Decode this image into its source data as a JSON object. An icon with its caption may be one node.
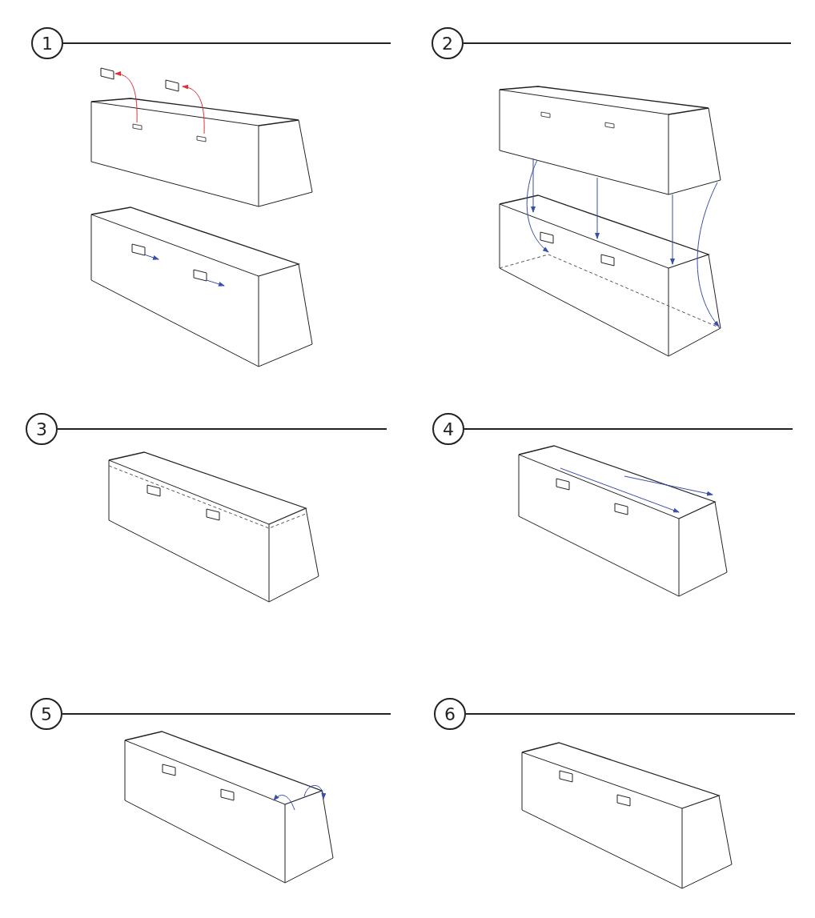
{
  "diagram": {
    "nodes": [
      {
        "text": [
          "1"
        ]
      },
      {
        "text": [
          "2"
        ]
      },
      {
        "text": [
          "3"
        ]
      },
      {
        "text": [
          "4"
        ]
      },
      {
        "text": [
          "5"
        ]
      },
      {
        "text": [
          "6"
        ]
      }
    ]
  }
}
